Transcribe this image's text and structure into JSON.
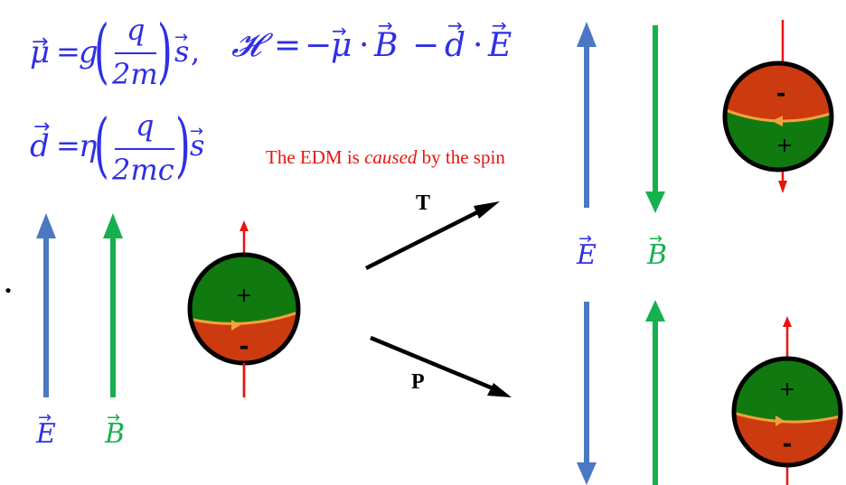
{
  "colors": {
    "equation_blue": "#2f2fe6",
    "arrow_blue": "#4a78c2",
    "arrow_green": "#17b04f",
    "arrow_black": "#000000",
    "caption_red": "#e8140f",
    "sphere_green": "#107a10",
    "sphere_red": "#cc3a10",
    "spin_arrow_red": "#e8140f",
    "equator_orange": "#f2a23c"
  },
  "equations": {
    "mu": {
      "lhs": "μ",
      "eq": "=",
      "g": "g",
      "q": "q",
      "den": "2m",
      "s": "s",
      "comma": ","
    },
    "hamiltonian": {
      "H": "𝓗",
      "eq": "=",
      "minus1": "−",
      "mu": "μ",
      "dot1": "·",
      "B": "B",
      "minus2": "−",
      "d": "d",
      "dot2": "·",
      "E": "E"
    },
    "d": {
      "lhs": "d",
      "eq": "=",
      "eta": "η",
      "q": "q",
      "den": "2mc",
      "s": "s"
    }
  },
  "caption": {
    "prefix": "The EDM is ",
    "emph": "caused",
    "suffix": " by the spin"
  },
  "transform_labels": {
    "T": "T",
    "P": "P"
  },
  "field_labels": {
    "E": "E",
    "B": "B"
  },
  "charges": {
    "plus": "+",
    "minus": "-"
  },
  "stray_mark": "."
}
